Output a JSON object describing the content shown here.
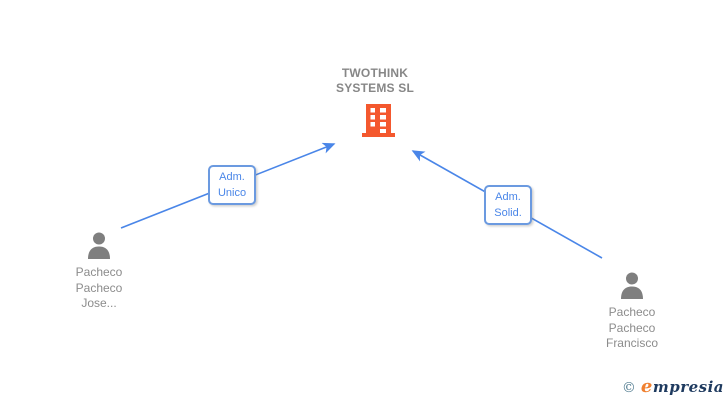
{
  "diagram": {
    "company": {
      "name_line1": "TWOTHINK",
      "name_line2": "SYSTEMS SL"
    },
    "relations": [
      {
        "line1": "Adm.",
        "line2": "Unico"
      },
      {
        "line1": "Adm.",
        "line2": "Solid."
      }
    ],
    "persons": [
      {
        "line1": "Pacheco",
        "line2": "Pacheco",
        "line3": "Jose..."
      },
      {
        "line1": "Pacheco",
        "line2": "Pacheco",
        "line3": "Francisco"
      }
    ]
  },
  "watermark": {
    "copyright": "©",
    "brand_first_letter": "e",
    "brand_rest": "mpresia"
  },
  "colors": {
    "arrow_blue": "#4a86e8",
    "label_border_blue": "#6b9ae0",
    "building_orange": "#f4582e",
    "person_gray": "#7f7f7f",
    "text_gray": "#8c8c8c",
    "title_gray": "#878787",
    "logo_teal": "#527c90",
    "logo_orange": "#f08030",
    "logo_navy": "#1e3a5f"
  }
}
